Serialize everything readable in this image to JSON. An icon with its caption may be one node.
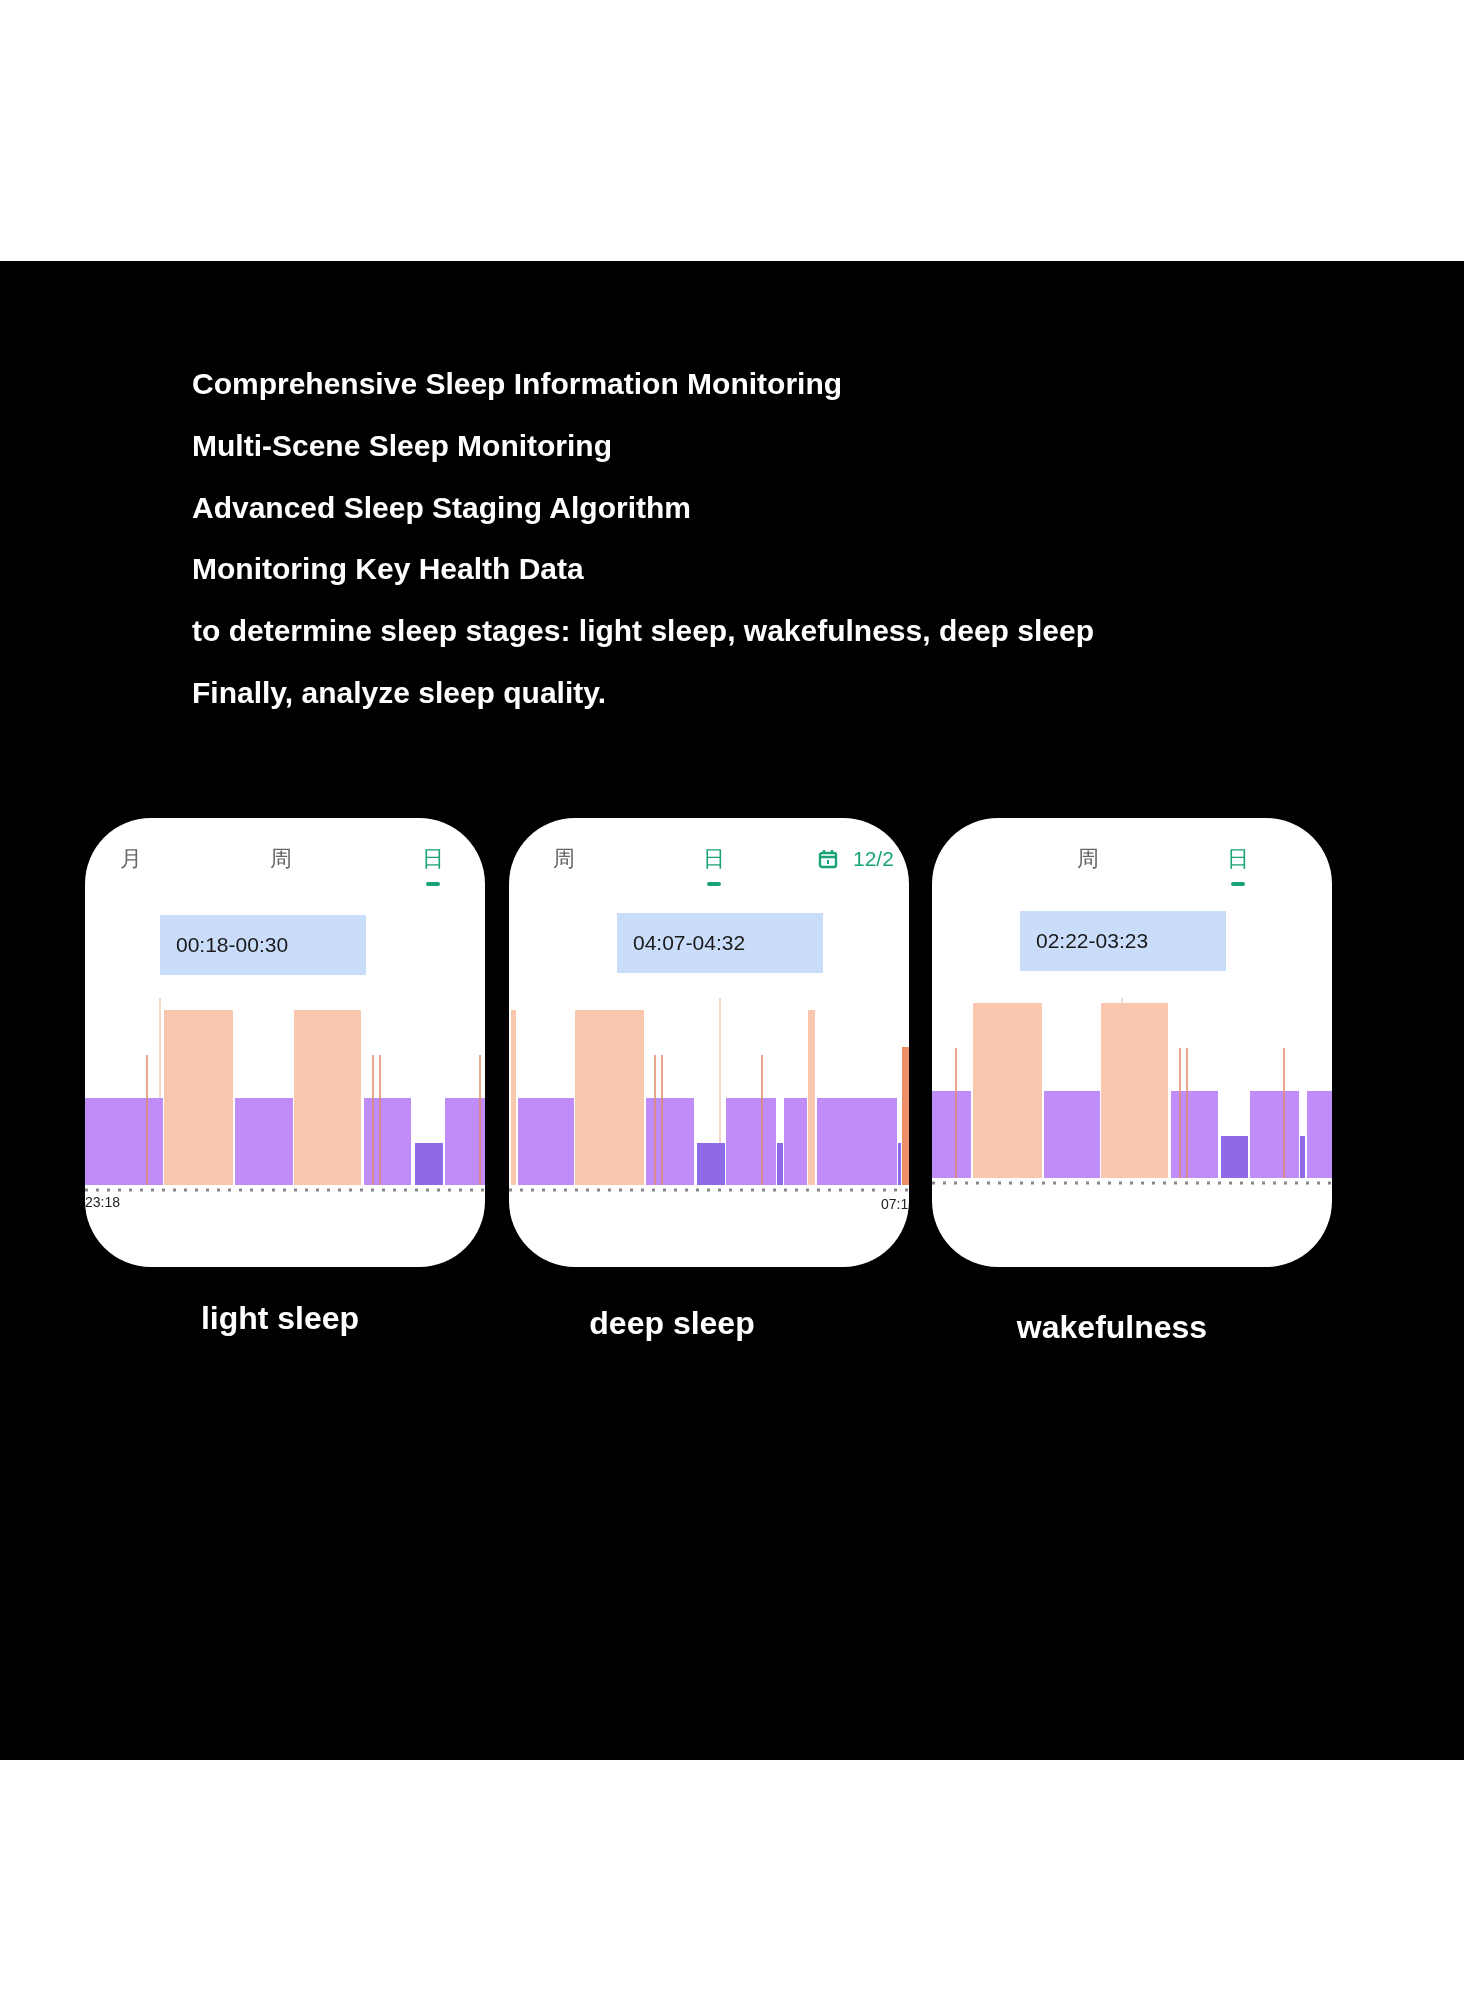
{
  "diagram": {
    "nodes": [
      {
        "text": [
          "月",
          "周",
          "日",
          "23:18"
        ],
        "beside": [
          "light sleep"
        ]
      },
      {
        "text": [
          "00:18-00:30"
        ],
        "in": 0
      },
      {
        "text": [
          "周",
          "日",
          "12/2",
          "07:1"
        ],
        "beside": [
          "deep sleep"
        ]
      },
      {
        "text": [
          "04:07-04:32"
        ],
        "in": 2
      },
      {
        "text": [
          "周",
          "日"
        ],
        "beside": [
          "wakefulness"
        ]
      },
      {
        "text": [
          "02:22-03:23"
        ],
        "in": 4
      }
    ],
    "labels": [
      "Comprehensive Sleep Information Monitoring",
      "Multi-Scene Sleep Monitoring",
      "Advanced Sleep Staging Algorithm",
      "Monitoring Key Health Data",
      "to determine sleep stages: light sleep, wakefulness, deep sleep",
      "Finally, analyze sleep quality."
    ]
  }
}
